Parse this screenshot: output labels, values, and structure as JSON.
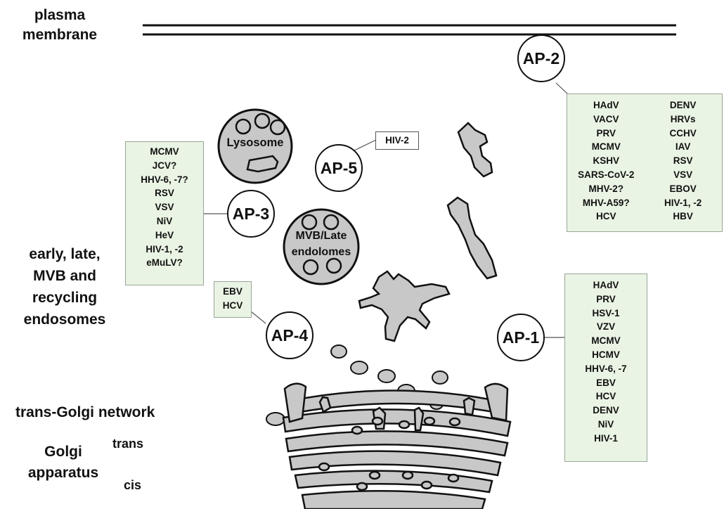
{
  "labels": {
    "plasma_membrane": [
      "plasma",
      "membrane"
    ],
    "endosomes": [
      "early, late,",
      "MVB and",
      "recycling",
      "endosomes"
    ],
    "tgn": "trans-Golgi network",
    "golgi": [
      "Golgi",
      "apparatus"
    ],
    "trans": "trans",
    "cis": "cis"
  },
  "organelles": {
    "lysosome": "Lysosome",
    "mvb": [
      "MVB/Late",
      "endolomes"
    ]
  },
  "adaptors": {
    "ap1": "AP-1",
    "ap2": "AP-2",
    "ap3": "AP-3",
    "ap4": "AP-4",
    "ap5": "AP-5"
  },
  "virus_lists": {
    "ap2_left": [
      "HAdV",
      "VACV",
      "PRV",
      "MCMV",
      "KSHV",
      "SARS-CoV-2",
      "MHV-2?",
      "MHV-A59?",
      "HCV"
    ],
    "ap2_right": [
      "DENV",
      "HRVs",
      "CCHV",
      "IAV",
      "RSV",
      "VSV",
      "EBOV",
      "HIV-1, -2",
      "HBV"
    ],
    "ap3": [
      "MCMV",
      "JCV?",
      "HHV-6, -7?",
      "RSV",
      "VSV",
      "NiV",
      "HeV",
      "HIV-1, -2",
      "eMuLV?"
    ],
    "ap4": [
      "EBV",
      "HCV"
    ],
    "ap5": [
      "HIV-2"
    ],
    "ap1": [
      "HAdV",
      "PRV",
      "HSV-1",
      "VZV",
      "MCMV",
      "HCMV",
      "HHV-6, -7",
      "EBV",
      "HCV",
      "DENV",
      "NiV",
      "HIV-1"
    ]
  },
  "colors": {
    "box_fill": "#eaf4e4",
    "organelle_fill": "#c8c8c8",
    "outline": "#111111"
  }
}
